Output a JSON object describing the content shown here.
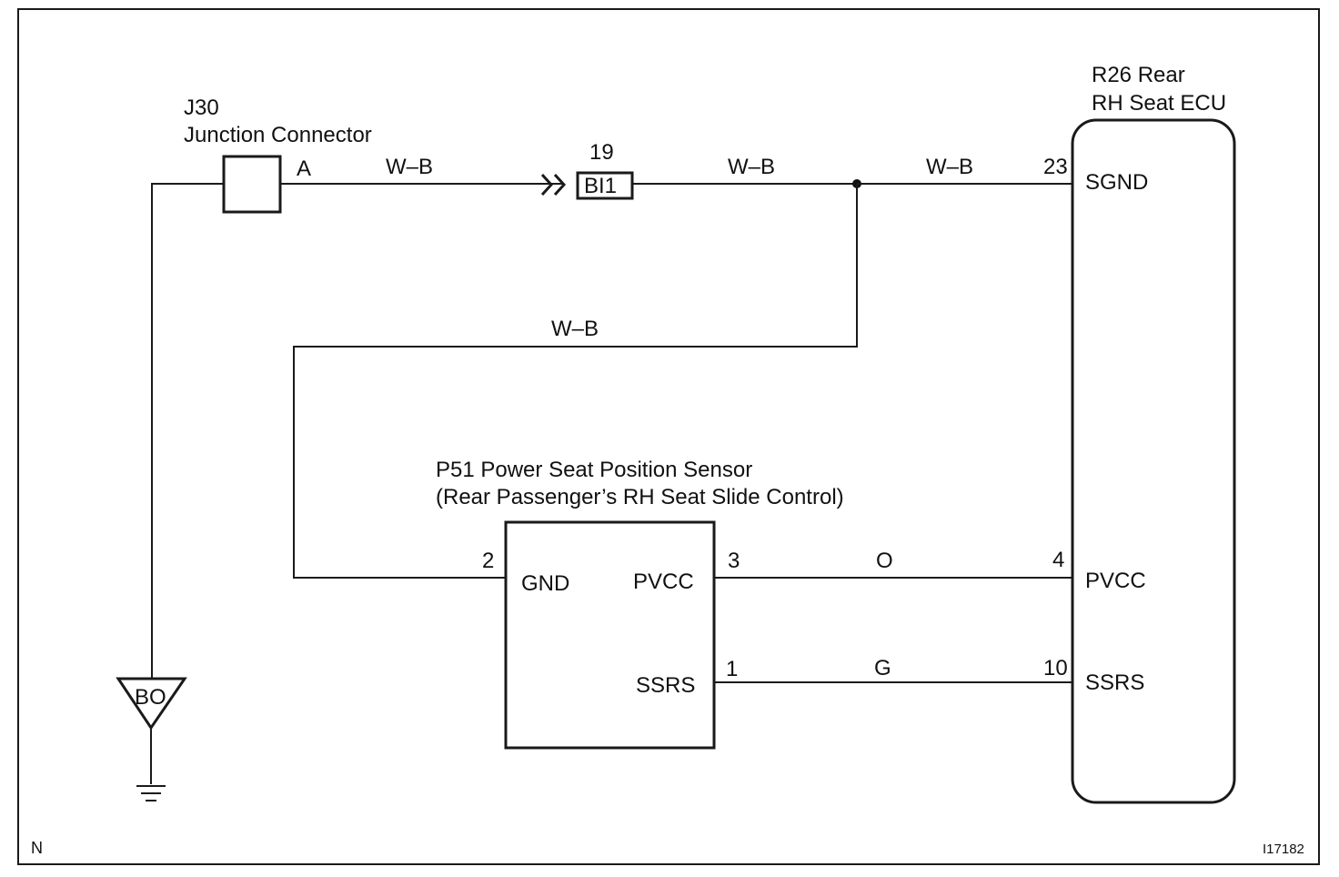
{
  "junction": {
    "label_line1": "J30",
    "label_line2": "Junction Connector",
    "pin": "A"
  },
  "splice": {
    "pin": "19",
    "code": "BI1"
  },
  "ecu": {
    "label_line1": "R26 Rear",
    "label_line2": "RH Seat ECU",
    "pins": {
      "sgnd": {
        "num": "23",
        "name": "SGND"
      },
      "pvcc": {
        "num": "4",
        "name": "PVCC"
      },
      "ssrs": {
        "num": "10",
        "name": "SSRS"
      }
    }
  },
  "sensor": {
    "label_line1": "P51 Power Seat Position Sensor",
    "label_line2": "(Rear Passenger’s RH Seat Slide Control)",
    "pins": {
      "gnd": {
        "num": "2",
        "name": "GND"
      },
      "pvcc": {
        "num": "3",
        "name": "PVCC"
      },
      "ssrs": {
        "num": "1",
        "name": "SSRS"
      }
    }
  },
  "wires": {
    "w1": "W–B",
    "w2": "W–B",
    "w3": "W–B",
    "w4": "W–B",
    "pvcc": "O",
    "ssrs": "G"
  },
  "ground": {
    "code": "BO"
  },
  "footer": {
    "left": "N",
    "right": "I17182"
  }
}
